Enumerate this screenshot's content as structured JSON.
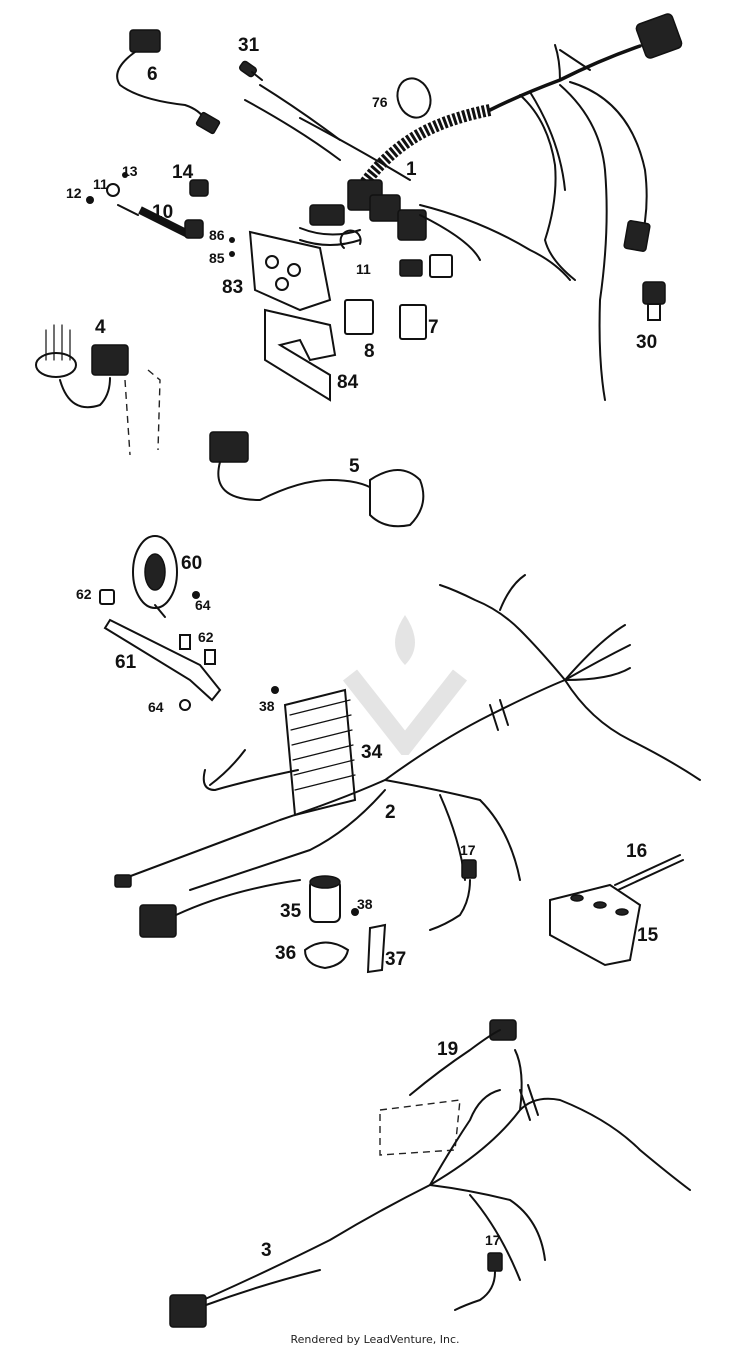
{
  "callouts": [
    {
      "id": "p31",
      "text": "31"
    },
    {
      "id": "p6",
      "text": "6"
    },
    {
      "id": "p76",
      "text": "76"
    },
    {
      "id": "p1",
      "text": "1"
    },
    {
      "id": "p13",
      "text": "13"
    },
    {
      "id": "p14",
      "text": "14"
    },
    {
      "id": "p12",
      "text": "12"
    },
    {
      "id": "p11a",
      "text": "11"
    },
    {
      "id": "p10",
      "text": "10"
    },
    {
      "id": "p86",
      "text": "86"
    },
    {
      "id": "p85",
      "text": "85"
    },
    {
      "id": "p11b",
      "text": "11"
    },
    {
      "id": "p83",
      "text": "83"
    },
    {
      "id": "p4",
      "text": "4"
    },
    {
      "id": "p7",
      "text": "7"
    },
    {
      "id": "p8",
      "text": "8"
    },
    {
      "id": "p30",
      "text": "30"
    },
    {
      "id": "p84",
      "text": "84"
    },
    {
      "id": "p5",
      "text": "5"
    },
    {
      "id": "p60",
      "text": "60"
    },
    {
      "id": "p62a",
      "text": "62"
    },
    {
      "id": "p64a",
      "text": "64"
    },
    {
      "id": "p62b",
      "text": "62"
    },
    {
      "id": "p61",
      "text": "61"
    },
    {
      "id": "p38a",
      "text": "38"
    },
    {
      "id": "p64b",
      "text": "64"
    },
    {
      "id": "p34",
      "text": "34"
    },
    {
      "id": "p2",
      "text": "2"
    },
    {
      "id": "p17a",
      "text": "17"
    },
    {
      "id": "p16",
      "text": "16"
    },
    {
      "id": "p38b",
      "text": "38"
    },
    {
      "id": "p35",
      "text": "35"
    },
    {
      "id": "p15",
      "text": "15"
    },
    {
      "id": "p36",
      "text": "36"
    },
    {
      "id": "p37",
      "text": "37"
    },
    {
      "id": "p19",
      "text": "19"
    },
    {
      "id": "p3",
      "text": "3"
    },
    {
      "id": "p17b",
      "text": "17"
    }
  ],
  "footer": "Rendered by LeadVenture, Inc."
}
